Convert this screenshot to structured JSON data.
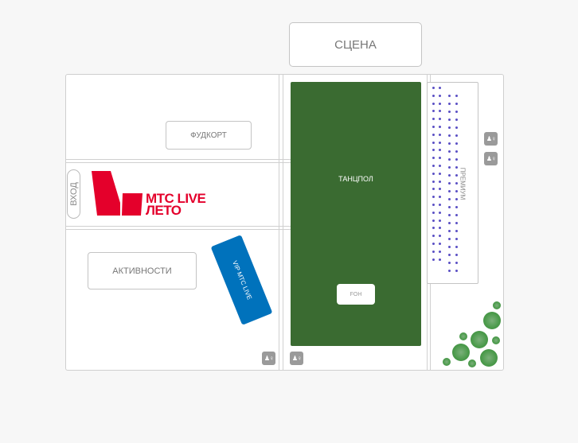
{
  "stage": {
    "label": "СЦЕНА"
  },
  "zones": {
    "dance_floor": "ТАНЦПОЛ",
    "foh": "FOH",
    "premium": "ПРЕМИУМ",
    "food_court": "ФУДКОРТ",
    "activities": "АКТИВНОСТИ",
    "entry": "ВХОД",
    "vip": "VIP МТС LIVE"
  },
  "logo": {
    "line1": "МТС LIVE",
    "line2": "ЛЕТО"
  },
  "icons": {
    "toilet": "toilet-icon",
    "tree": "tree-icon"
  },
  "colors": {
    "dance_floor": "#3a6b31",
    "vip": "#0072bc",
    "brand": "#e4002b",
    "seats": "#5a4fc4"
  }
}
